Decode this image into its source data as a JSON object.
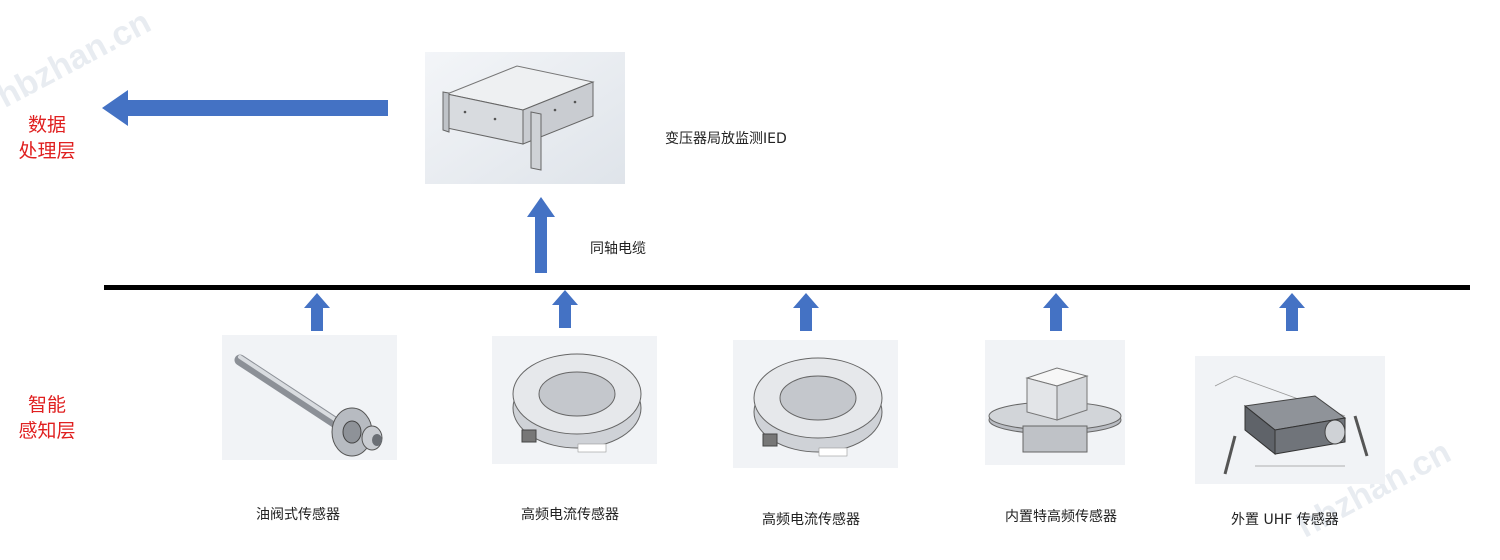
{
  "watermark": "hbzhan.cn",
  "layers": {
    "data_processing": [
      "数据",
      "处理层"
    ],
    "sensing": [
      "智能",
      "感知层"
    ]
  },
  "ied": {
    "label": "变压器局放监测IED"
  },
  "cable": {
    "label": "同轴电缆"
  },
  "sensors": [
    {
      "label": "油阀式传感器",
      "kind": "oil-valve"
    },
    {
      "label": "高频电流传感器",
      "kind": "hfct"
    },
    {
      "label": "高频电流传感器",
      "kind": "hfct"
    },
    {
      "label": "内置特高频传感器",
      "kind": "internal-uhf"
    },
    {
      "label": "外置 UHF 传感器",
      "kind": "external-uhf"
    }
  ],
  "colors": {
    "arrow": "#4472c4",
    "layer_text": "#e02020",
    "bus": "#000000"
  }
}
